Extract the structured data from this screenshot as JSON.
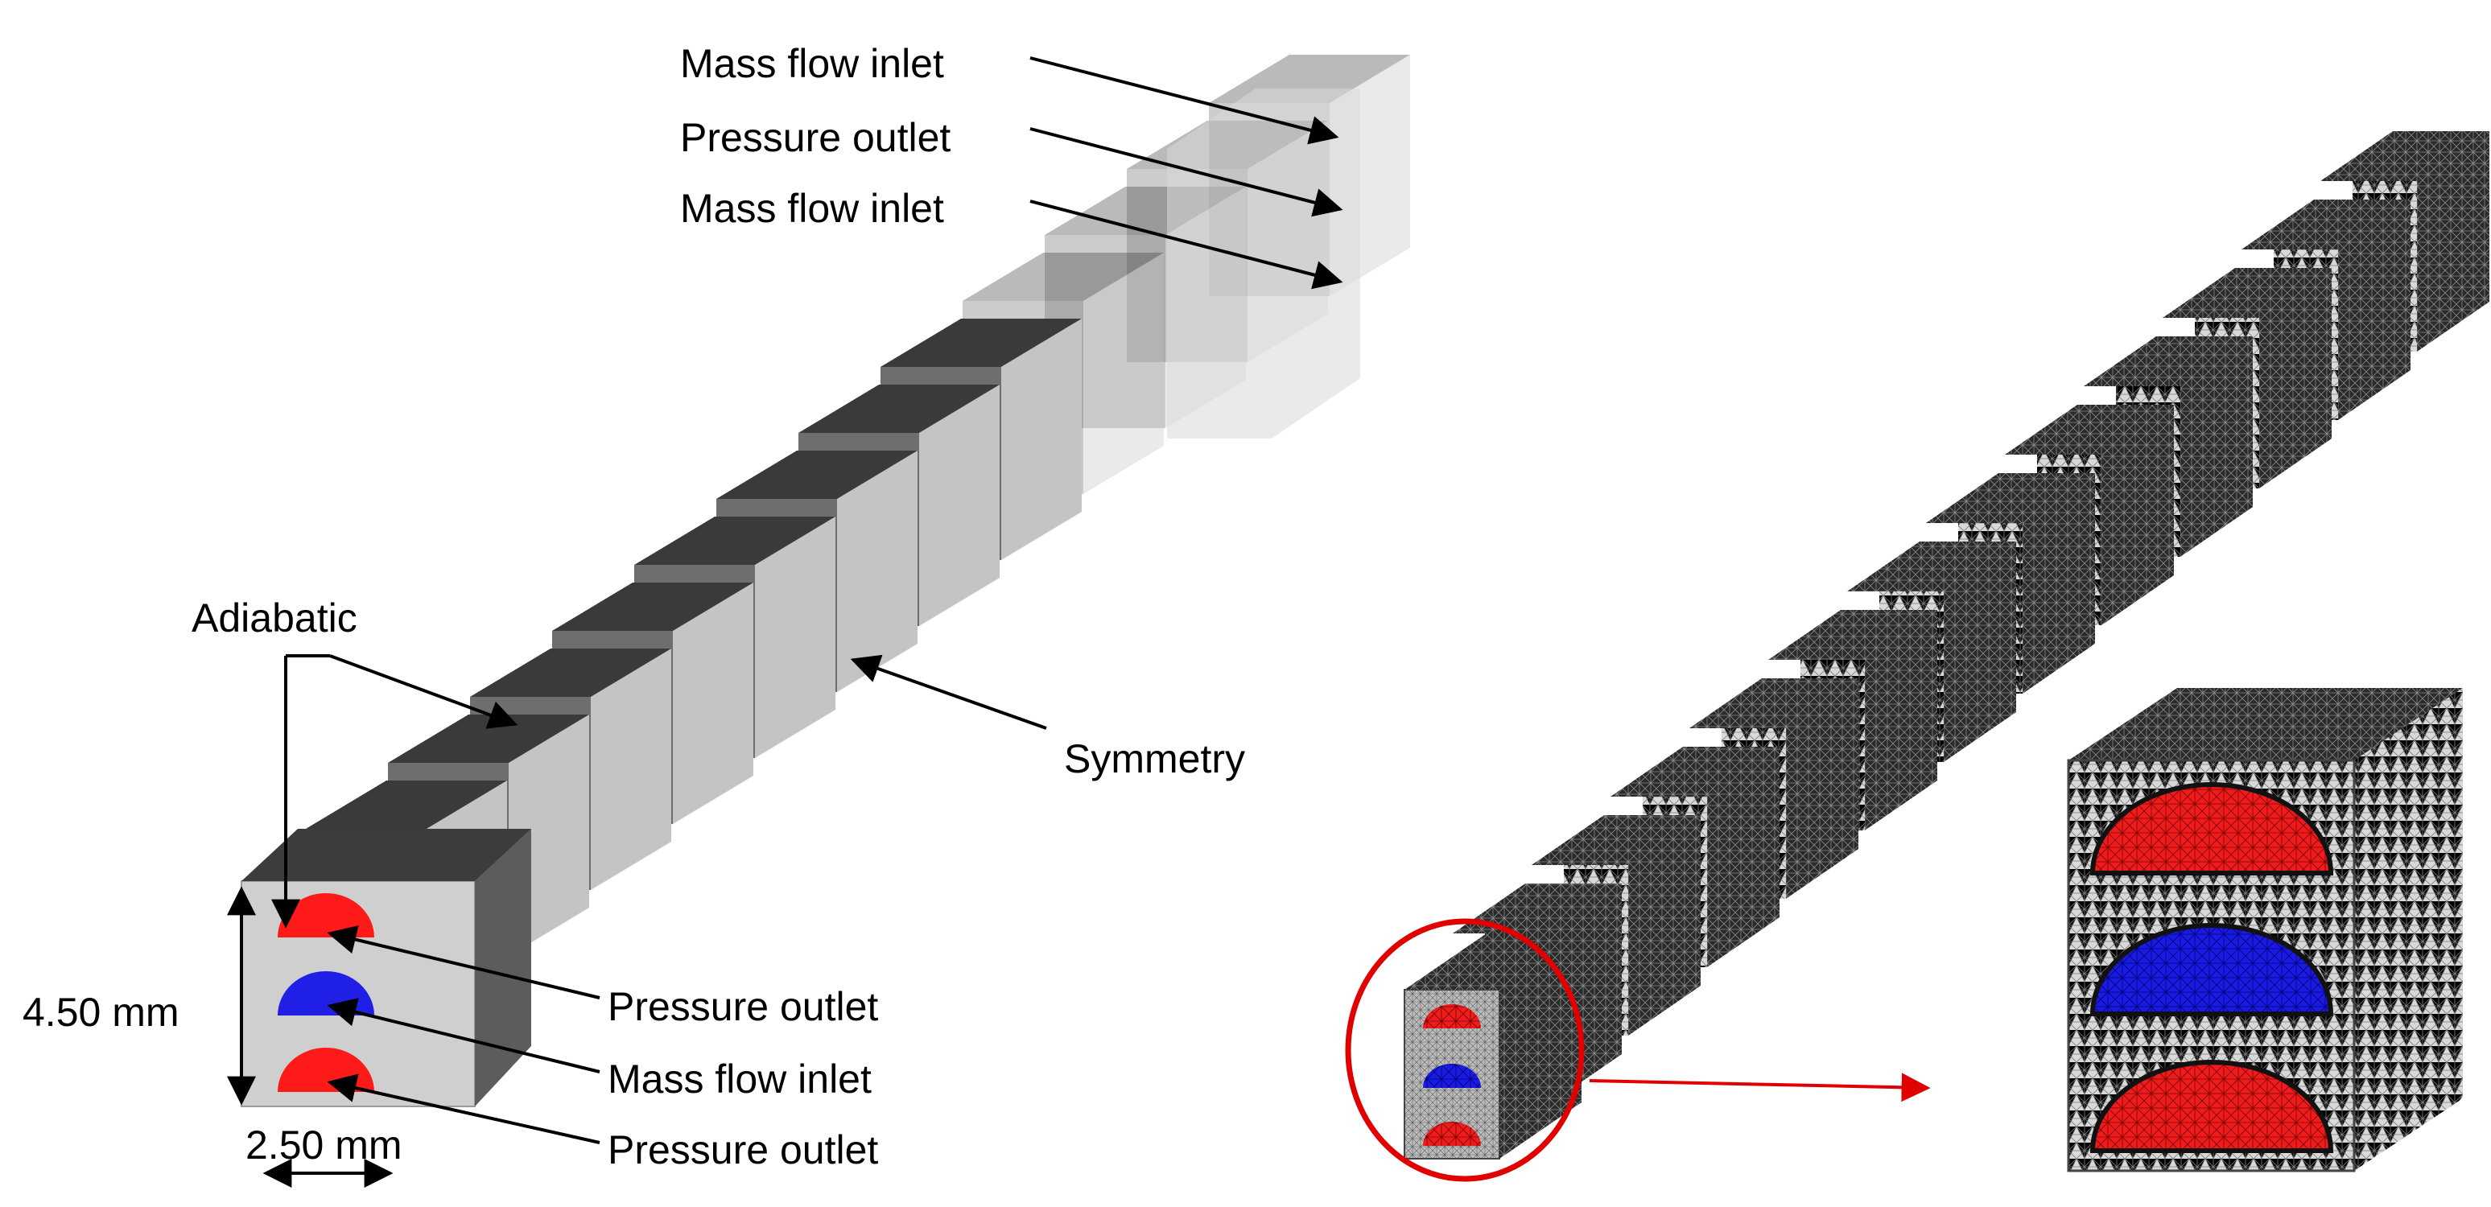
{
  "left_panel": {
    "top_labels": [
      "Mass flow inlet",
      "Pressure outlet",
      "Mass flow inlet"
    ],
    "adiabatic_label": "Adiabatic",
    "symmetry_label": "Symmetry",
    "dimension_height": "4.50 mm",
    "dimension_width": "2.50 mm",
    "front_labels": [
      "Pressure outlet",
      "Mass flow inlet",
      "Pressure outlet"
    ]
  },
  "colors": {
    "outlet": "#ff1a1a",
    "inlet": "#1f1fe6",
    "dark_face": "#3a3a3a",
    "mid_face": "#6e6e6e",
    "light_face": "#c4c4c4",
    "callout": "#e00000"
  }
}
